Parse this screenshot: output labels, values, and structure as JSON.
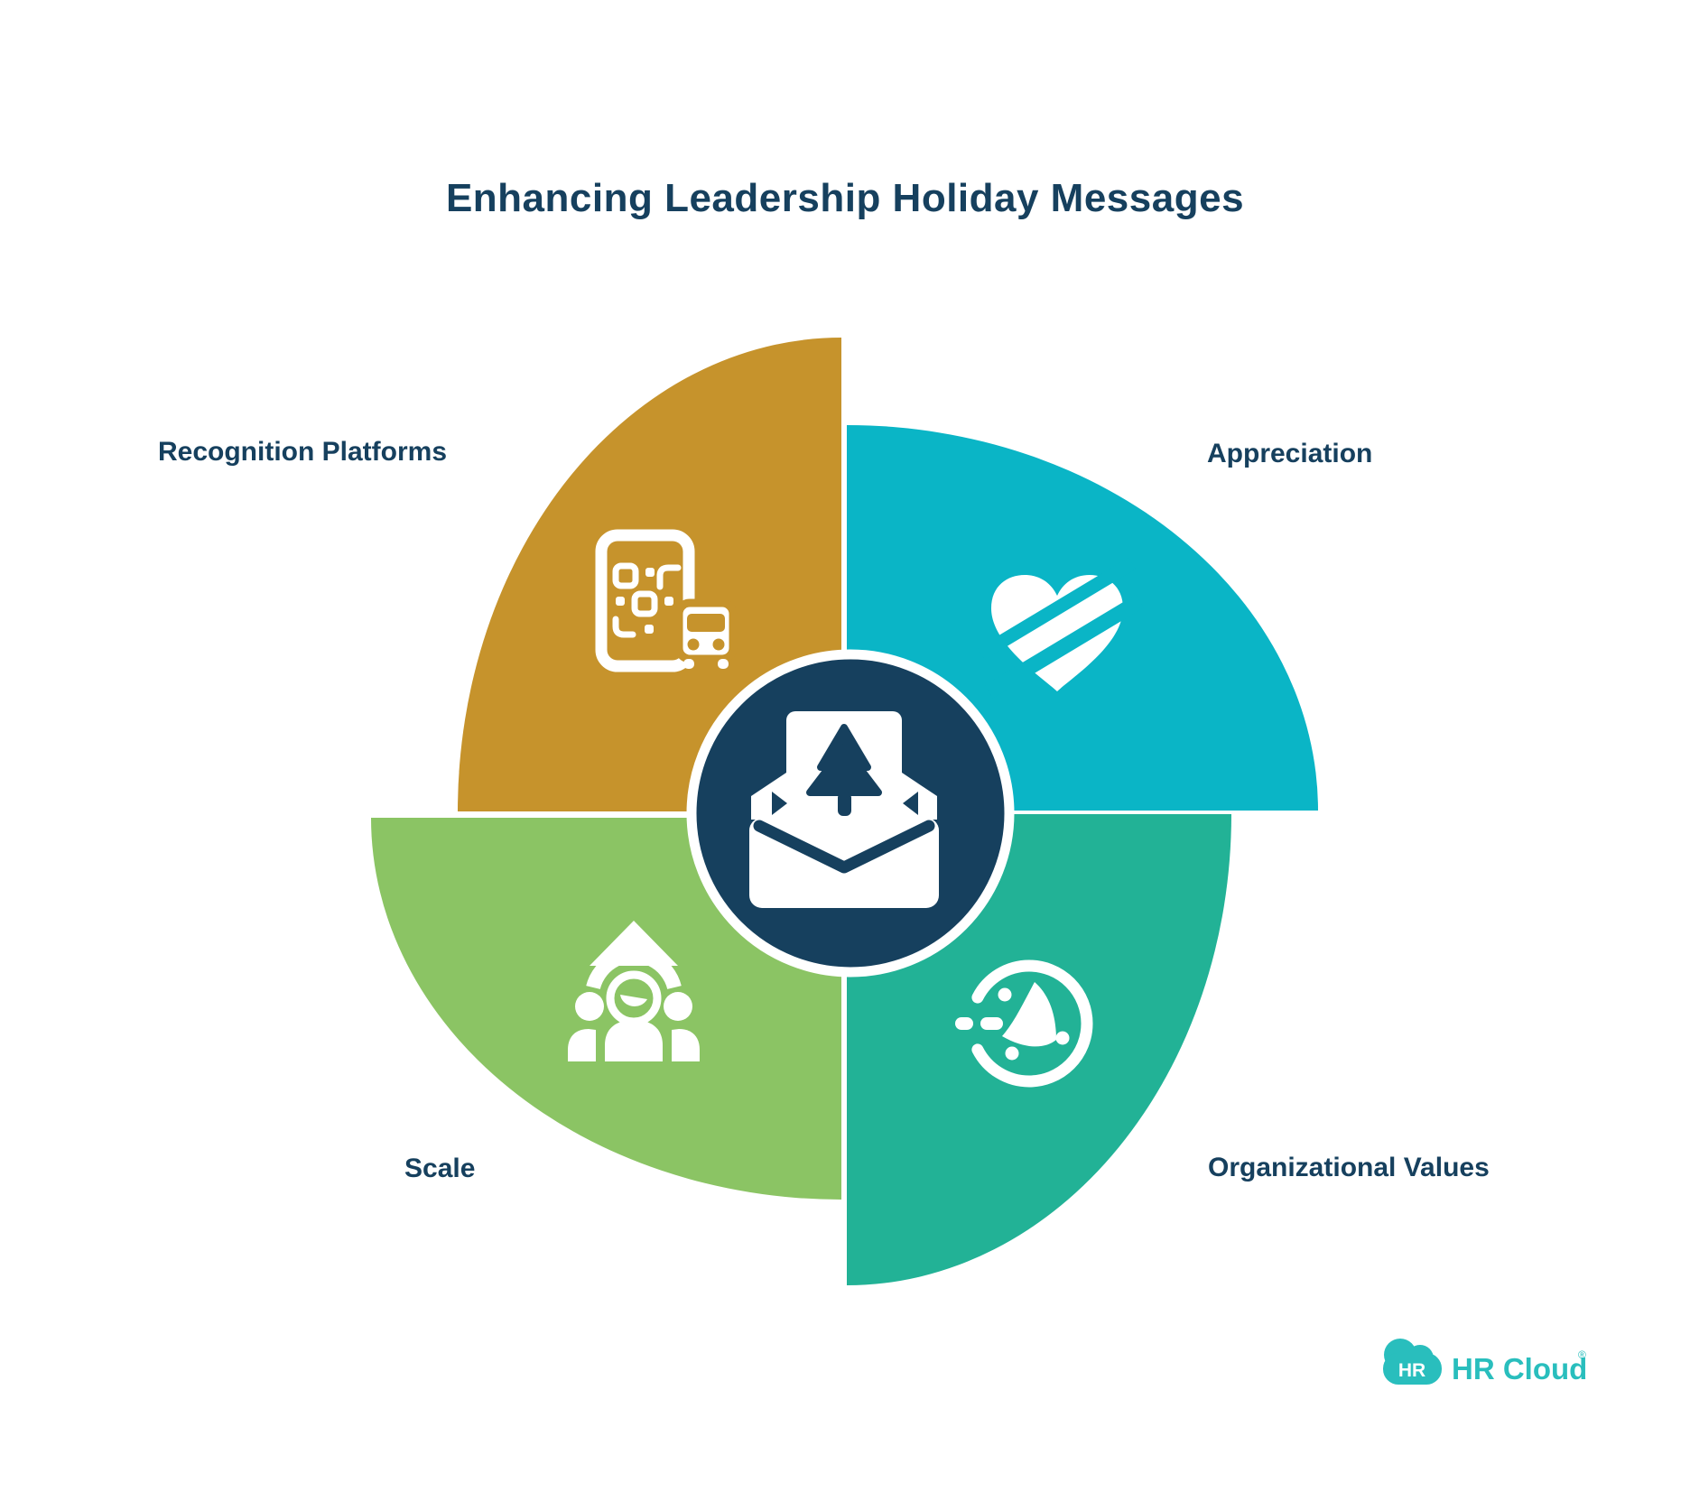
{
  "title": "Enhancing Leadership Holiday Messages",
  "colors": {
    "navy": "#16405E",
    "gold": "#C6932C",
    "teal": "#0AB5C6",
    "green": "#8BC464",
    "teal_green": "#22B296",
    "logo_teal": "#29BEBD",
    "white": "#FFFFFF"
  },
  "segments": [
    {
      "id": "recognition-platforms",
      "label": "Recognition Platforms",
      "position": "top-left",
      "color": "#C6932C",
      "icon": "qr-phone-bus-icon"
    },
    {
      "id": "appreciation",
      "label": "Appreciation",
      "position": "top-right",
      "color": "#0AB5C6",
      "icon": "layered-heart-icon"
    },
    {
      "id": "scale",
      "label": "Scale",
      "position": "bottom-left",
      "color": "#8BC464",
      "icon": "people-growth-icon"
    },
    {
      "id": "organizational-values",
      "label": "Organizational Values",
      "position": "bottom-right",
      "color": "#22B296",
      "icon": "holiday-bell-icon"
    }
  ],
  "center": {
    "icon": "holiday-envelope-icon"
  },
  "logo": {
    "badge_text": "HR",
    "brand_text": "HR Cloud",
    "registered_mark": "®"
  }
}
